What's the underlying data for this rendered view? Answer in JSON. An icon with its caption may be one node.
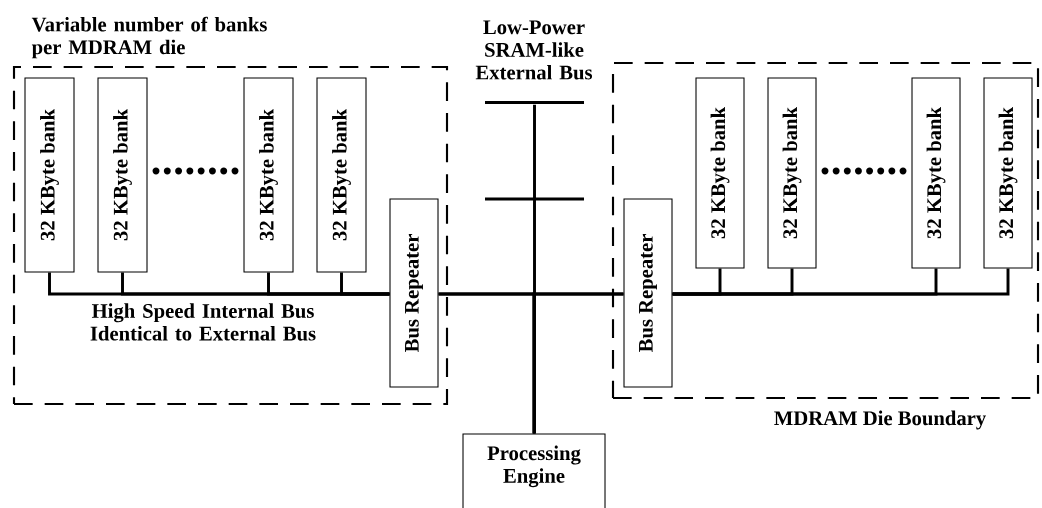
{
  "diagram": {
    "nodes": [
      {
        "text": [
          "Variable number of banks per MDRAM die"
        ]
      },
      {
        "text": [
          "32 KByte bank"
        ],
        "in": 0
      },
      {
        "text": [
          "32 KByte bank"
        ],
        "in": 0
      },
      {
        "text": [
          "32 KByte bank"
        ],
        "in": 0
      },
      {
        "text": [
          "32 KByte bank"
        ],
        "in": 0
      },
      {
        "text": [
          "Bus Repeater"
        ],
        "in": 0
      },
      {
        "text": [
          "MDRAM Die Boundary"
        ]
      },
      {
        "text": [
          "Bus Repeater"
        ],
        "in": 6
      },
      {
        "text": [
          "32 KByte bank"
        ],
        "in": 6
      },
      {
        "text": [
          "32 KByte bank"
        ],
        "in": 6
      },
      {
        "text": [
          "32 KByte bank"
        ],
        "in": 6
      },
      {
        "text": [
          "32 KByte bank"
        ],
        "in": 6
      },
      {
        "text": [
          "Processing Engine"
        ]
      },
      {
        "text": [],
        "shape": "bar"
      }
    ],
    "edges": [
      {
        "from": 1,
        "to": 5,
        "arrow": "none"
      },
      {
        "from": 2,
        "to": 5,
        "arrow": "none"
      },
      {
        "from": 3,
        "to": 5,
        "arrow": "none"
      },
      {
        "from": 4,
        "to": 5,
        "arrow": "none"
      },
      {
        "from": 5,
        "to": 7,
        "arrow": "none"
      },
      {
        "from": 12,
        "to": 5,
        "arrow": "none"
      },
      {
        "from": 12,
        "to": 7,
        "arrow": "none"
      },
      {
        "from": 12,
        "to": 13,
        "arrow": "none"
      },
      {
        "from": 8,
        "to": 7,
        "arrow": "none"
      },
      {
        "from": 9,
        "to": 7,
        "arrow": "none"
      },
      {
        "from": 10,
        "to": 7,
        "arrow": "none"
      },
      {
        "from": 11,
        "to": 7,
        "arrow": "none"
      }
    ],
    "labels": [
      "Low-Power SRAM-like External Bus",
      "High Speed Internal Bus Identical to External Bus"
    ]
  }
}
